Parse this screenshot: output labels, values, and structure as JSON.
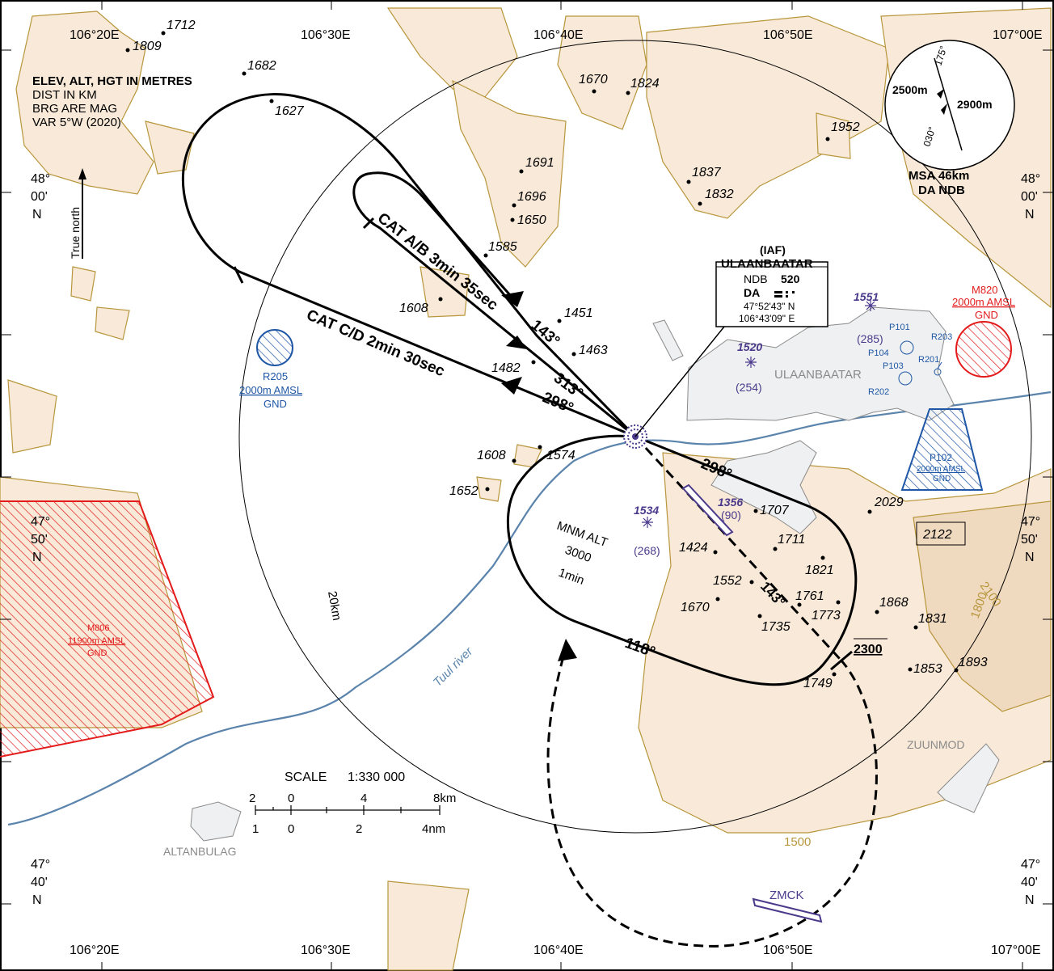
{
  "legend": {
    "line1": "ELEV, ALT, HGT IN METRES",
    "line2": "DIST IN KM",
    "line3": "BRG ARE MAG",
    "line4": "VAR 5°W  (2020)"
  },
  "true_north": "True north",
  "graticule": {
    "lon_labels": [
      "106°20E",
      "106°30E",
      "106°40E",
      "106°50E",
      "107°00E"
    ],
    "lat_48": [
      "48°",
      "00'",
      "N"
    ],
    "lat_4750": [
      "47°",
      "50'",
      "N"
    ],
    "lat_4740": [
      "47°",
      "40'",
      "N"
    ]
  },
  "msa": {
    "bearing_top": "175°",
    "bearing_bottom": "030°",
    "left_alt": "2500m",
    "right_alt": "2900m",
    "caption1": "MSA 46km",
    "caption2": "DA NDB"
  },
  "iaf": {
    "title": "(IAF)",
    "name": "ULAANBAATAR",
    "ndb_label": "NDB",
    "ndb_freq": "520",
    "ident": "DA",
    "lat": "47°52'43\" N",
    "lon": "106°43'09\" E"
  },
  "procedure": {
    "cat_ab": "CAT A/B 3min 35sec",
    "cat_cd": "CAT C/D 2min 30sec",
    "brg_143_a": "143°",
    "brg_313": "313°",
    "brg_298_a": "298°",
    "brg_298_b": "298°",
    "brg_143_b": "143°",
    "brg_118": "118°",
    "hold_alt_label": "MNM ALT",
    "hold_alt_value": "3000",
    "hold_time": "1min",
    "fix_alt": "2300",
    "ring_label": "20km"
  },
  "airspace": {
    "r205": [
      "R205",
      "2000m AMSL",
      "GND"
    ],
    "m820": [
      "M820",
      "2000m AMSL",
      "GND"
    ],
    "m806": [
      "M806",
      "11900m AMSL",
      "GND"
    ],
    "p102": [
      "P102",
      "2000m AMSL",
      "GND"
    ],
    "p101": "P101",
    "p103": "P103",
    "p104": "P104",
    "r201": "R201",
    "r202": "R202",
    "r203": "R203"
  },
  "places": {
    "ulaanbaatar": "ULAANBAATAR",
    "zuunmod": "ZUUNMOD",
    "altanbulag": "ALTANBULAG",
    "river": "Tuul river",
    "zmck": "ZMCK"
  },
  "obstacles": [
    {
      "elev": "1551",
      "hgt": "(285)"
    },
    {
      "elev": "1520",
      "hgt": "(254)"
    },
    {
      "elev": "1534",
      "hgt": "(268)"
    },
    {
      "elev": "1356",
      "hgt": "(90)"
    }
  ],
  "spot_heights": [
    "1712",
    "1809",
    "1682",
    "1627",
    "1670",
    "1824",
    "1952",
    "1691",
    "1696",
    "1650",
    "1585",
    "1837",
    "1832",
    "1608",
    "1451",
    "1463",
    "1482",
    "1608",
    "1574",
    "1652",
    "1707",
    "1711",
    "1424",
    "1821",
    "2029",
    "2122",
    "1552",
    "1761",
    "1773",
    "1670",
    "1735",
    "1868",
    "1831",
    "1853",
    "1893",
    "1749"
  ],
  "contours": [
    "1800",
    "2100",
    "1500"
  ],
  "scale": {
    "title": "SCALE",
    "ratio": "1:330 000",
    "km_ticks": [
      "2",
      "0",
      "4",
      "8km"
    ],
    "nm_ticks": [
      "1",
      "0",
      "2",
      "4nm"
    ]
  },
  "colors": {
    "terrain_fill": "#f8e9d8",
    "contour": "#b8963c",
    "restricted_blue": "#1f57a6",
    "danger_red": "#e31b1b",
    "obstacle_purple": "#4b3a8c",
    "river": "#5b84ad"
  }
}
